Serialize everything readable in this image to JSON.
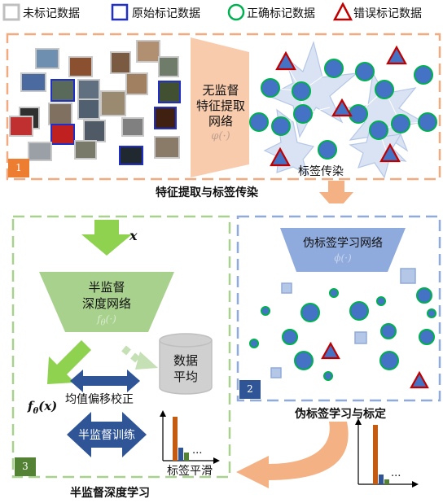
{
  "legend": {
    "unlabeled": "未标记数据",
    "original": "原始标记数据",
    "correct": "正确标记数据",
    "wrong": "错误标记数据"
  },
  "stage1": {
    "number": "1",
    "extractor_line1": "无监督",
    "extractor_line2": "特征提取",
    "extractor_line3": "网络",
    "extractor_symbol": "φ(·)",
    "propagation_label": "标签传染",
    "caption": "特征提取与标签传染"
  },
  "stage2": {
    "number": "2",
    "network_label": "伪标签学习网络",
    "network_symbol": "ϕ(·)",
    "caption": "伪标签学习与标定",
    "ellipsis": "..."
  },
  "stage3": {
    "number": "3",
    "input_symbol": "x",
    "network_line1": "半监督",
    "network_line2": "深度网络",
    "network_symbol": "f",
    "network_symbol_sub": "θ",
    "network_symbol_tail": "(·)",
    "data_avg_line1": "数据",
    "data_avg_line2": "平均",
    "output_symbol": "f",
    "output_symbol_sub": "θ",
    "output_symbol_tail": "(x)",
    "mean_shift_label": "均值偏移校正",
    "training_label": "半监督训练",
    "smoothing_label": "标签平滑",
    "ellipsis": "...",
    "caption": "半监督深度学习"
  },
  "colors": {
    "orange_frame": "#f2aa80",
    "green_frame": "#a9d18e",
    "blue_frame": "#8faadc",
    "node_blue": "#4472c4",
    "node_green_ring": "#00b050",
    "triangle_red": "#c00000",
    "badge_orange": "#ed7d31",
    "badge_blue": "#2f5597",
    "badge_green": "#548235",
    "arrow_dark_blue": "#2f5597",
    "arrow_green": "#8ed24f",
    "arrow_orange": "#f4b183"
  }
}
